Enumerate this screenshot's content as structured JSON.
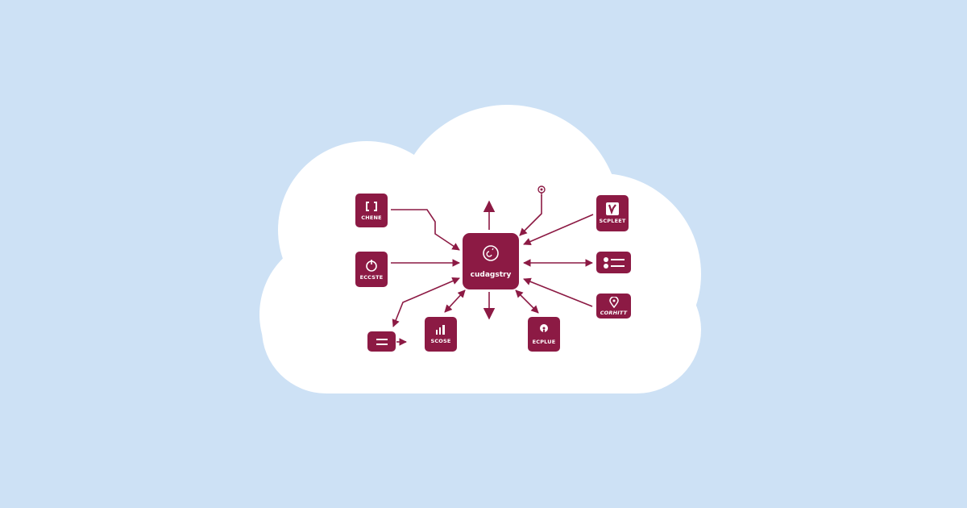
{
  "colors": {
    "background": "#cde1f5",
    "cloud": "#ffffff",
    "accent": "#8c1a44"
  },
  "hub": {
    "label": "cudagstry",
    "icon": "gauge-icon"
  },
  "nodes": [
    {
      "id": "top-left",
      "label": "CHENE",
      "icon": "brackets-icon"
    },
    {
      "id": "mid-left",
      "label": "ECCSTE",
      "icon": "power-icon"
    },
    {
      "id": "bottom-left",
      "label": "",
      "icon": "equals-icon"
    },
    {
      "id": "bottom-center-left",
      "label": "SCOSE",
      "icon": "signal-icon"
    },
    {
      "id": "bottom-center-right",
      "label": "ECPLUE",
      "icon": "key-icon"
    },
    {
      "id": "top-right",
      "label": "SCPLEET",
      "icon": "checkbox-v-icon"
    },
    {
      "id": "mid-right",
      "label": "",
      "icon": "list-icon"
    },
    {
      "id": "bottom-right",
      "label": "CORHITT",
      "icon": "location-pin-icon"
    }
  ],
  "floating": {
    "icon": "location-pin-icon"
  }
}
